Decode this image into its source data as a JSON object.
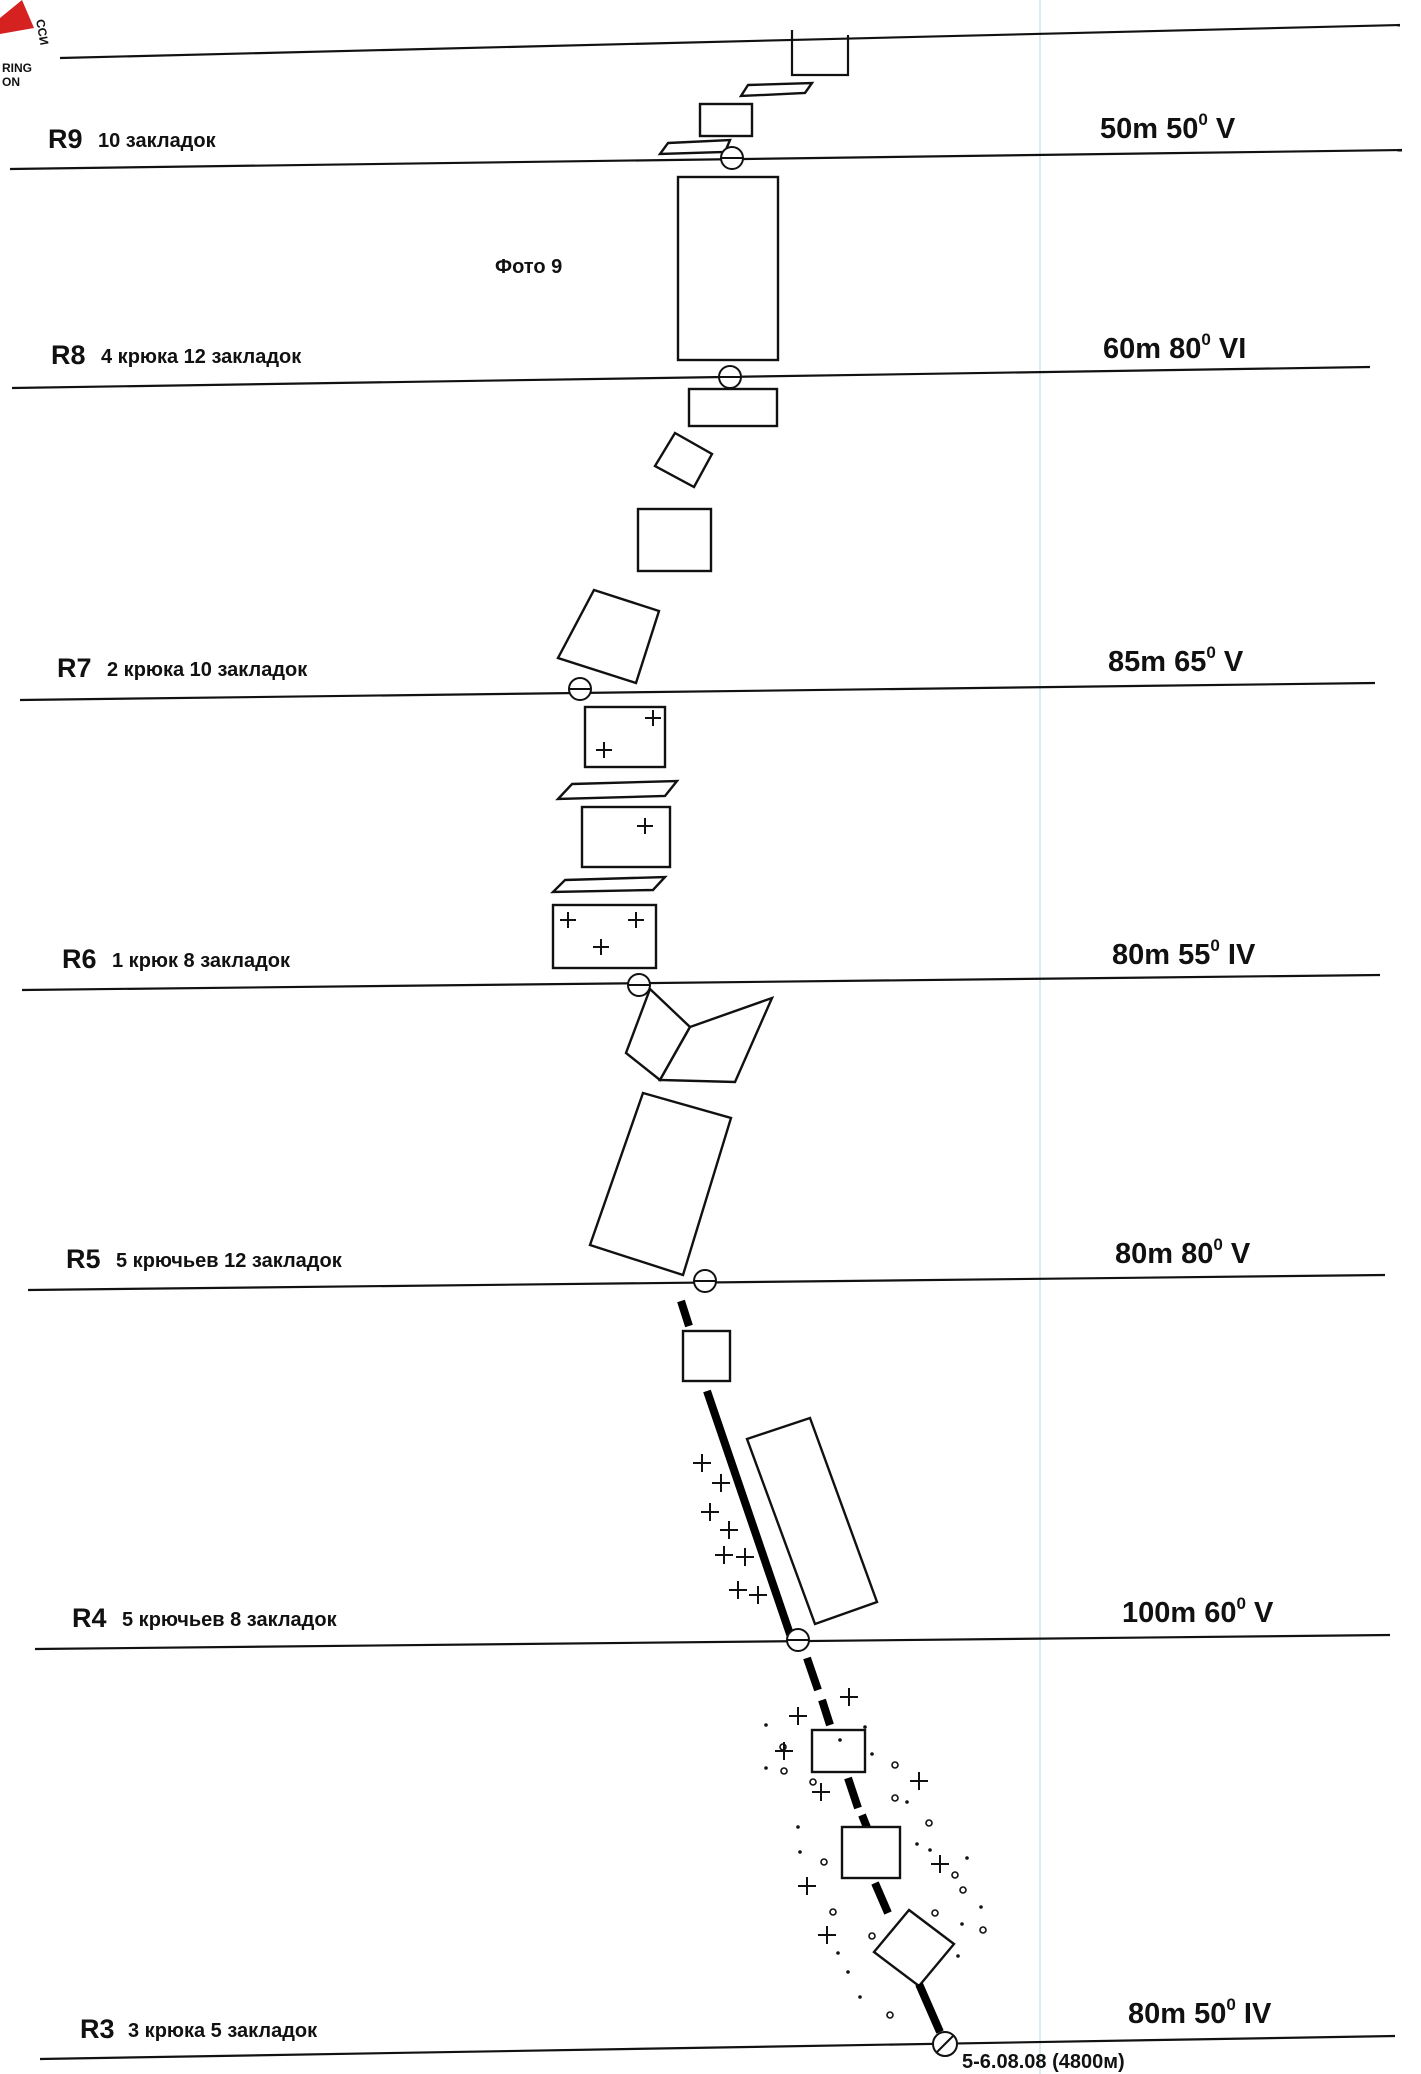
{
  "logo": {
    "fragment_text_1": "ССИ",
    "fragment_text_2": "RING",
    "fragment_text_3": "ON",
    "color": "#d62121"
  },
  "photo_label": "Фото 9",
  "anchor_icon": "belay-station-icon",
  "sections": [
    {
      "id": "R9",
      "label": "R9",
      "gear": "10 закладок",
      "params": "50m 50",
      "sup": "0",
      "grade": " V"
    },
    {
      "id": "R8",
      "label": "R8",
      "gear": "4 крюка 12 закладок",
      "params": "60m 80",
      "sup": "0",
      "grade": " VI"
    },
    {
      "id": "R7",
      "label": "R7",
      "gear": "2 крюка 10 закладок",
      "params": "85m 65",
      "sup": "0",
      "grade": " V"
    },
    {
      "id": "R6",
      "label": "R6",
      "gear": "1 крюк 8 закладок",
      "params": "80m 55",
      "sup": "0",
      "grade": " IV"
    },
    {
      "id": "R5",
      "label": "R5",
      "gear": "5 крючьев 12 закладок",
      "params": "80m 80",
      "sup": "0",
      "grade": " V"
    },
    {
      "id": "R4",
      "label": "R4",
      "gear": "5 крючьев 8 закладок",
      "params": "100m 60",
      "sup": "0",
      "grade": " V"
    },
    {
      "id": "R3",
      "label": "R3",
      "gear": "3 крюка 5 закладок",
      "params": "80m 50",
      "sup": "0",
      "grade": " IV"
    }
  ],
  "start_note": "5-6.08.08 (4800м)"
}
